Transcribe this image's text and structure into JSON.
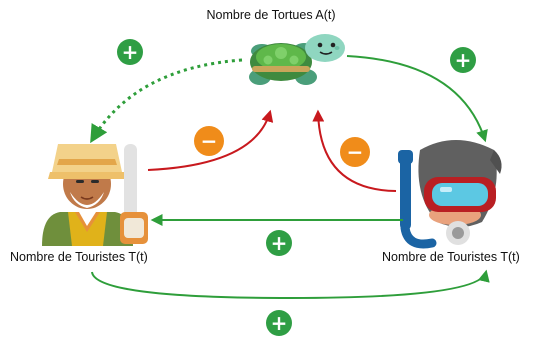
{
  "labels": {
    "turtles": "Nombre de Tortues A(t)",
    "tourists_left": "Nombre de Touristes T(t)",
    "tourists_right": "Nombre de Touristes T(t)"
  },
  "badges": {
    "plus": "+",
    "minus": "−"
  },
  "colors": {
    "positive": "#2e9e3a",
    "negative": "#c8191e",
    "plus_badge": "#2f9e44",
    "minus_badge": "#f08c1a"
  },
  "icons": [
    "turtle-icon",
    "tourist-hat-icon",
    "snorkeler-icon"
  ]
}
